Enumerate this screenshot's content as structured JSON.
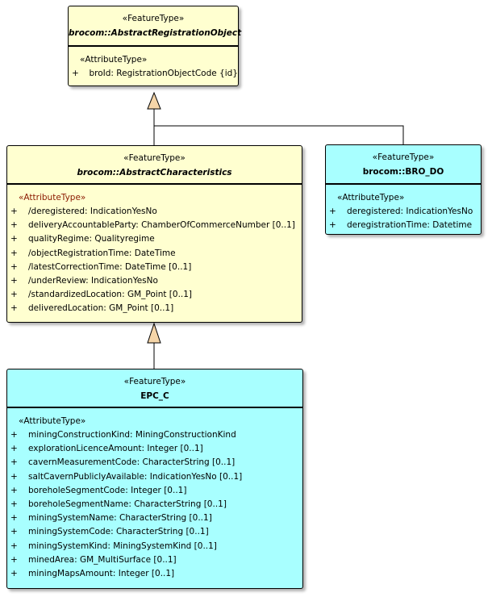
{
  "classes": {
    "registration_object": {
      "stereotype": "«FeatureType»",
      "name": "brocom::AbstractRegistrationObject",
      "attr_stereotype": "«AttributeType»",
      "attributes": [
        {
          "vis": "+",
          "text": "broId: RegistrationObjectCode {id}"
        }
      ]
    },
    "characteristics": {
      "stereotype": "«FeatureType»",
      "name": "brocom::AbstractCharacteristics",
      "attr_stereotype": "«AttributeType»",
      "attributes": [
        {
          "vis": "+",
          "text": "/deregistered: IndicationYesNo"
        },
        {
          "vis": "+",
          "text": "deliveryAccountableParty: ChamberOfCommerceNumber [0..1]"
        },
        {
          "vis": "+",
          "text": "qualityRegime: Qualityregime"
        },
        {
          "vis": "+",
          "text": "/objectRegistrationTime: DateTime"
        },
        {
          "vis": "+",
          "text": "/latestCorrectionTime: DateTime [0..1]"
        },
        {
          "vis": "+",
          "text": "/underReview: IndicationYesNo"
        },
        {
          "vis": "+",
          "text": "/standardizedLocation: GM_Point [0..1]"
        },
        {
          "vis": "+",
          "text": "deliveredLocation: GM_Point [0..1]"
        }
      ]
    },
    "bro_do": {
      "stereotype": "«FeatureType»",
      "name": "brocom::BRO_DO",
      "attr_stereotype": "«AttributeType»",
      "attributes": [
        {
          "vis": "+",
          "text": "deregistered: IndicationYesNo"
        },
        {
          "vis": "+",
          "text": "deregistrationTime: Datetime"
        }
      ]
    },
    "epc_c": {
      "stereotype": "«FeatureType»",
      "name": "EPC_C",
      "attr_stereotype": "«AttributeType»",
      "attributes": [
        {
          "vis": "+",
          "text": "miningConstructionKind: MiningConstructionKind"
        },
        {
          "vis": "+",
          "text": "explorationLicenceAmount: Integer [0..1]"
        },
        {
          "vis": "+",
          "text": "cavernMeasurementCode: CharacterString [0..1]"
        },
        {
          "vis": "+",
          "text": "saltCavernPubliclyAvailable: IndicationYesNo [0..1]"
        },
        {
          "vis": "+",
          "text": "boreholeSegmentCode: Integer [0..1]"
        },
        {
          "vis": "+",
          "text": "boreholeSegmentName: CharacterString [0..1]"
        },
        {
          "vis": "+",
          "text": "miningSystemName: CharacterString [0..1]"
        },
        {
          "vis": "+",
          "text": "miningSystemCode: CharacterString [0..1]"
        },
        {
          "vis": "+",
          "text": "miningSystemKind: MiningSystemKind [0..1]"
        },
        {
          "vis": "+",
          "text": "minedArea: GM_MultiSurface [0..1]"
        },
        {
          "vis": "+",
          "text": "miningMapsAmount: Integer [0..1]"
        }
      ]
    }
  },
  "colors": {
    "abstract_fill": "#FFFFD0",
    "concrete_fill": "#A8FFFF",
    "generalization_arrow": "#F5D5A8"
  }
}
